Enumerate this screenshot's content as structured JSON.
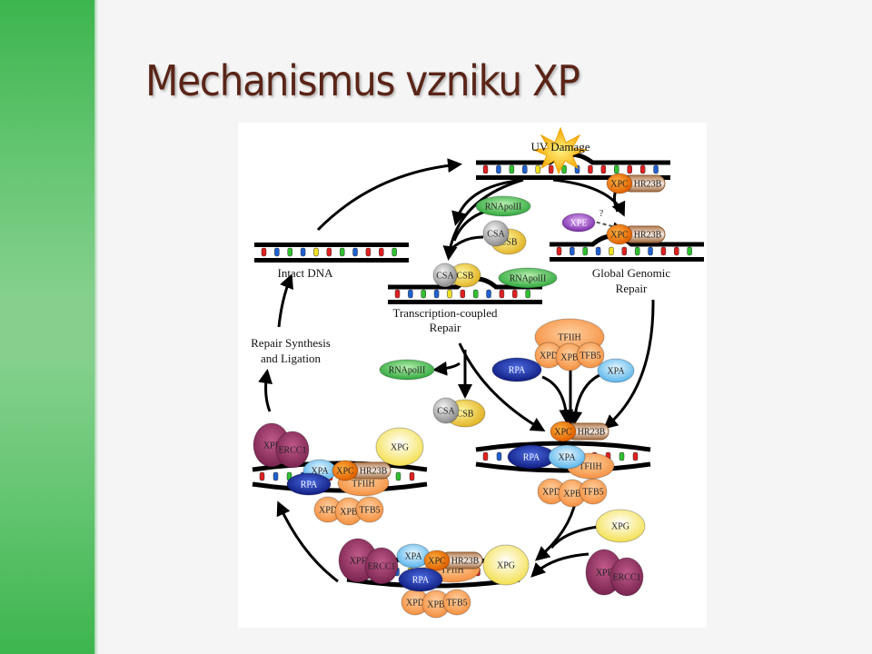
{
  "slide": {
    "title": "Mechanismus vzniku XP",
    "accent_color": "#3db54e",
    "title_color": "#5a2518"
  },
  "figure": {
    "labels": {
      "uv_damage": "UV Damage",
      "intact_dna": "Intact DNA",
      "tcr_line1": "Transcription-coupled",
      "tcr_line2": "Repair",
      "ggr_line1": "Global Genomic",
      "ggr_line2": "Repair",
      "rsl_line1": "Repair Synthesis",
      "rsl_line2": "and Ligation",
      "unknown_mark": "?"
    },
    "proteins": {
      "xpc": "XPC",
      "hr23b": "HR23B",
      "xpe": "XPE",
      "rnapolii": "RNApolII",
      "csa": "CSA",
      "csb": "CSB",
      "tfiih": "TFIIH",
      "xpd": "XPD",
      "xpb": "XPB",
      "tfb5": "TFB5",
      "rpa": "RPA",
      "xpa": "XPA",
      "xpg": "XPG",
      "xpf": "XPF",
      "ercc1": "ERCC1"
    },
    "colors": {
      "rnapolii": "#3cb043",
      "csa": "#b8b8b8",
      "csb": "#f2d530",
      "xpc": "#f07a10",
      "hr23b": "#c8a07a",
      "xpe": "#8a3fb5",
      "tfiih": "#f7a05a",
      "rpa": "#1a2a9a",
      "xpa": "#7ec8f0",
      "xpg": "#f8ec80",
      "xpf": "#8e2f62",
      "base_red": "#e02020",
      "base_blue": "#2060d0",
      "base_green": "#30c030",
      "base_yellow": "#f0e020"
    }
  }
}
